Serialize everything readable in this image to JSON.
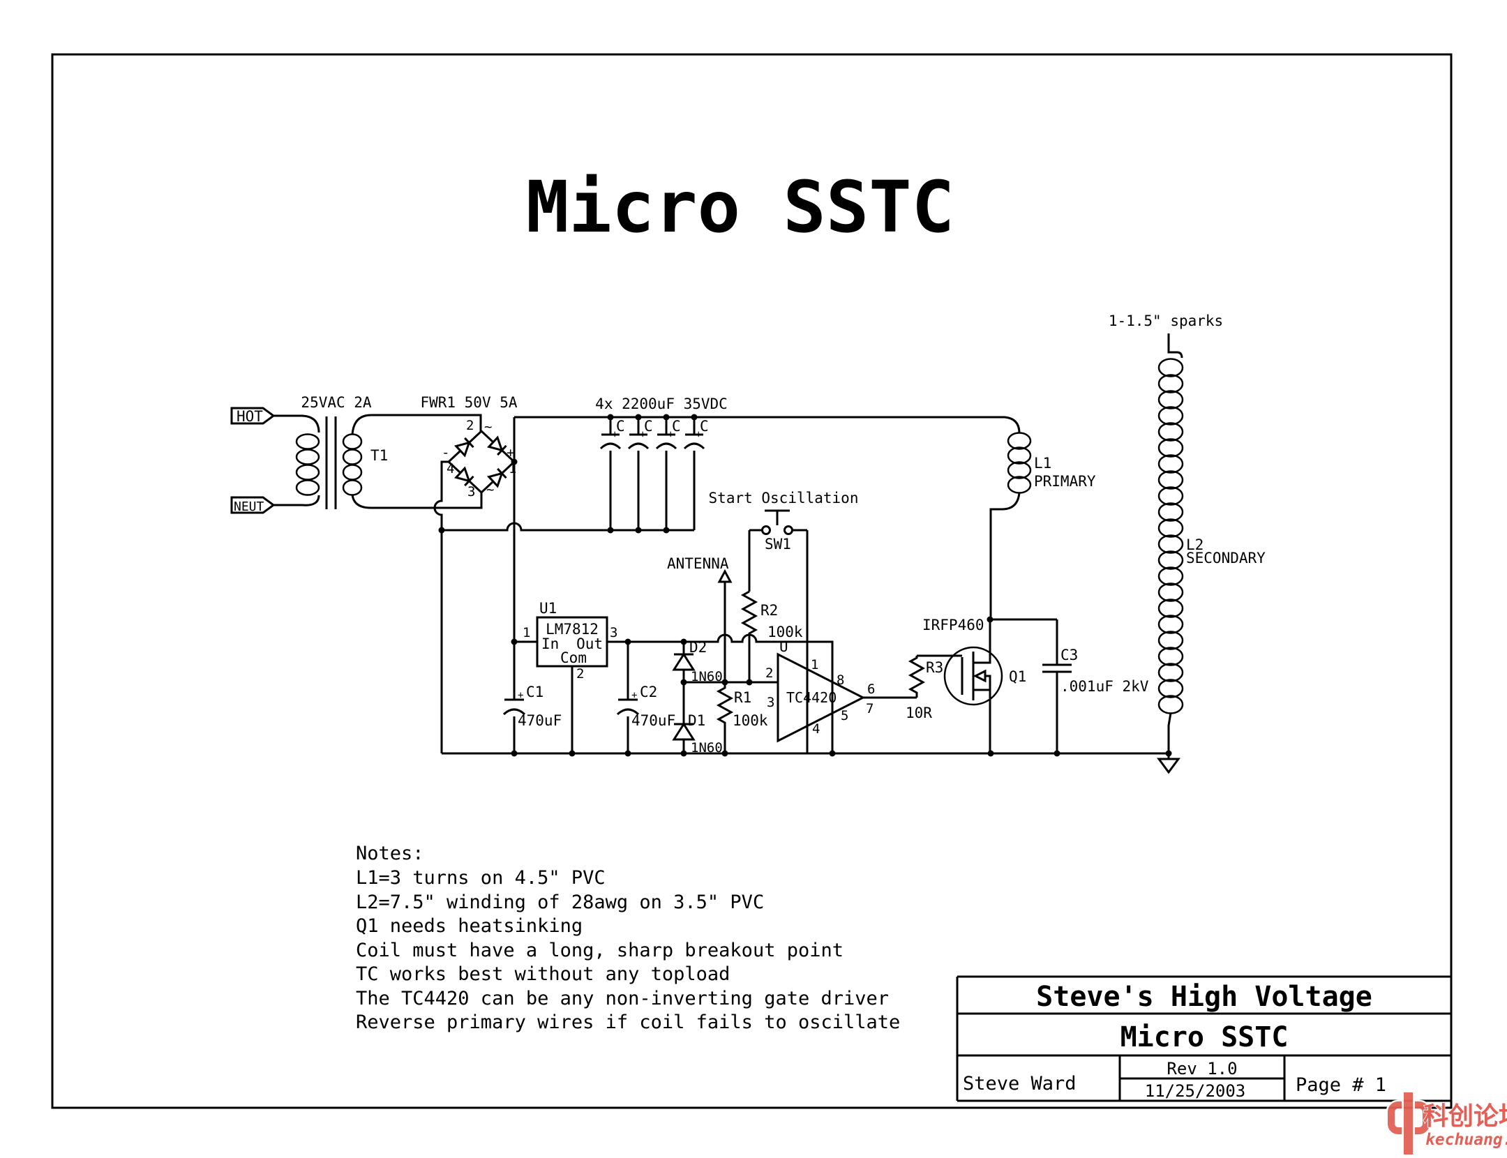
{
  "page": {
    "background": "#ffffff",
    "ink": "#000000"
  },
  "title": "Micro SSTC",
  "schematic": {
    "mains": {
      "hot": "HOT",
      "neut": "NEUT"
    },
    "transformer": {
      "rating": "25VAC 2A",
      "ref": "T1"
    },
    "bridge": {
      "label": "FWR1 50V 5A",
      "pin1": "1",
      "pin2": "2",
      "pin3": "3",
      "pin4": "4",
      "plus": "+",
      "minus": "-",
      "ac": "~"
    },
    "cap_bank": {
      "label": "4x 2200uF 35VDC",
      "ref": "C",
      "polarity": "+"
    },
    "start_switch": {
      "label": "Start Oscillation",
      "ref": "SW1"
    },
    "antenna": {
      "label": "ANTENNA"
    },
    "r2": {
      "ref": "R2",
      "value": "100k"
    },
    "regulator": {
      "ref": "U1",
      "part": "LM7812",
      "pin_in": "In",
      "pin_out": "Out",
      "pin_com": "Com",
      "pin1": "1",
      "pin2": "2",
      "pin3": "3"
    },
    "c1": {
      "ref": "C1",
      "value": "470uF",
      "polarity": "+"
    },
    "c2": {
      "ref": "C2",
      "value": "470uF",
      "polarity": "+"
    },
    "d2": {
      "ref": "D2",
      "value": "1N60"
    },
    "d1": {
      "ref": "D1",
      "value": "1N60"
    },
    "r1": {
      "ref": "R1",
      "value": "100k"
    },
    "gate_driver": {
      "ref": "U",
      "part": "TC4420",
      "pin1": "1",
      "pin2": "2",
      "pin3": "3",
      "pin4": "4",
      "pin5": "5",
      "pin6": "6",
      "pin7": "7",
      "pin8": "8"
    },
    "r3": {
      "ref": "R3",
      "value": "10R"
    },
    "q1": {
      "ref": "Q1",
      "part": "IRFP460"
    },
    "c3": {
      "ref": "C3",
      "value": ".001uF 2kV"
    },
    "l1": {
      "ref": "L1",
      "name": "PRIMARY"
    },
    "l2": {
      "ref": "L2",
      "name": "SECONDARY"
    },
    "spark_note": "1-1.5\" sparks"
  },
  "notes": {
    "heading": "Notes:",
    "lines": [
      "L1=3 turns on 4.5\" PVC",
      "L2=7.5\" winding of 28awg on 3.5\" PVC",
      "Q1 needs heatsinking",
      "Coil must have a long, sharp breakout point",
      "TC works best without any topload",
      "The TC4420 can be any non-inverting gate driver",
      "Reverse primary wires if coil fails to oscillate"
    ]
  },
  "title_block": {
    "company": "Steve's High Voltage",
    "project": "Micro SSTC",
    "author": "Steve Ward",
    "revision": "Rev 1.0",
    "date": "11/25/2003",
    "page": "Page # 1"
  },
  "watermark": {
    "text_cn": "科创论坛",
    "text_url": "kechuang.org",
    "color": "#e26055"
  }
}
